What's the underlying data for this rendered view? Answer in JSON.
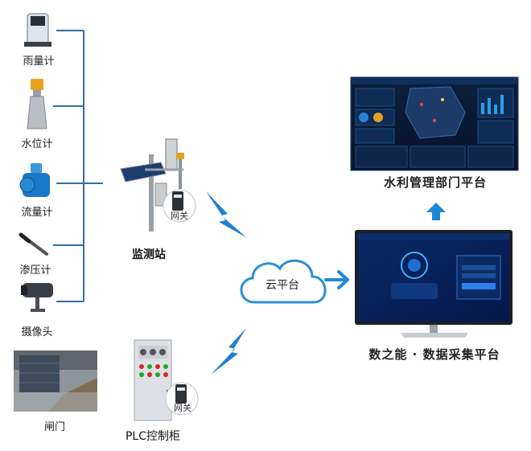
{
  "sensors": {
    "rain_gauge": "雨量计",
    "water_level_gauge": "水位计",
    "flow_meter": "流量计",
    "piezometer": "渗压计",
    "camera": "摄像头"
  },
  "monitoring_station": "监测站",
  "gateway_label": "网关",
  "gate": "闸门",
  "plc_cabinet": "PLC控制柜",
  "cloud": "云平台",
  "platform_name": "数之能 · 数据采集平台",
  "water_dept_platform": "水利管理部门平台",
  "colors": {
    "line": "#2f6ea8",
    "arrow": "#1e88d8",
    "cloud": "#2b8fd6",
    "lightning": "#1f7fd0"
  }
}
